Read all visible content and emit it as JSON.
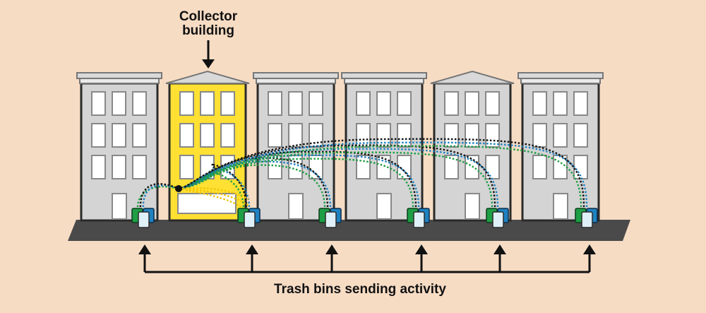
{
  "labels": {
    "collector_line1": "Collector",
    "collector_line2": "building",
    "bins": "Trash bins sending activity"
  },
  "colors": {
    "background": "#f7dcc4",
    "building_fill": "#d4d4d4",
    "building_stroke": "#2a2a2a",
    "collector_fill": "#ffe033",
    "window_fill": "#ffffff",
    "roof_fill": "#d9d9d9",
    "street": "#4a4a4a",
    "bin_green": "#1e9e45",
    "bin_blue": "#1f82c0",
    "bin_light": "#dff0f8",
    "signal_green": "#1e9e45",
    "signal_blue": "#1f82c0",
    "signal_black": "#111111",
    "signal_yellow": "#f2c400"
  },
  "buildings": [
    {
      "id": "b1",
      "roof": "flat",
      "collector": false
    },
    {
      "id": "b2",
      "roof": "gable",
      "collector": true
    },
    {
      "id": "b3",
      "roof": "flat",
      "collector": false
    },
    {
      "id": "b4",
      "roof": "flat",
      "collector": false
    },
    {
      "id": "b5",
      "roof": "gable",
      "collector": false
    },
    {
      "id": "b6",
      "roof": "flat",
      "collector": false
    }
  ],
  "bin_groups": [
    {
      "id": "bins-1"
    },
    {
      "id": "bins-2"
    },
    {
      "id": "bins-3"
    },
    {
      "id": "bins-4"
    },
    {
      "id": "bins-5"
    },
    {
      "id": "bins-6"
    }
  ]
}
